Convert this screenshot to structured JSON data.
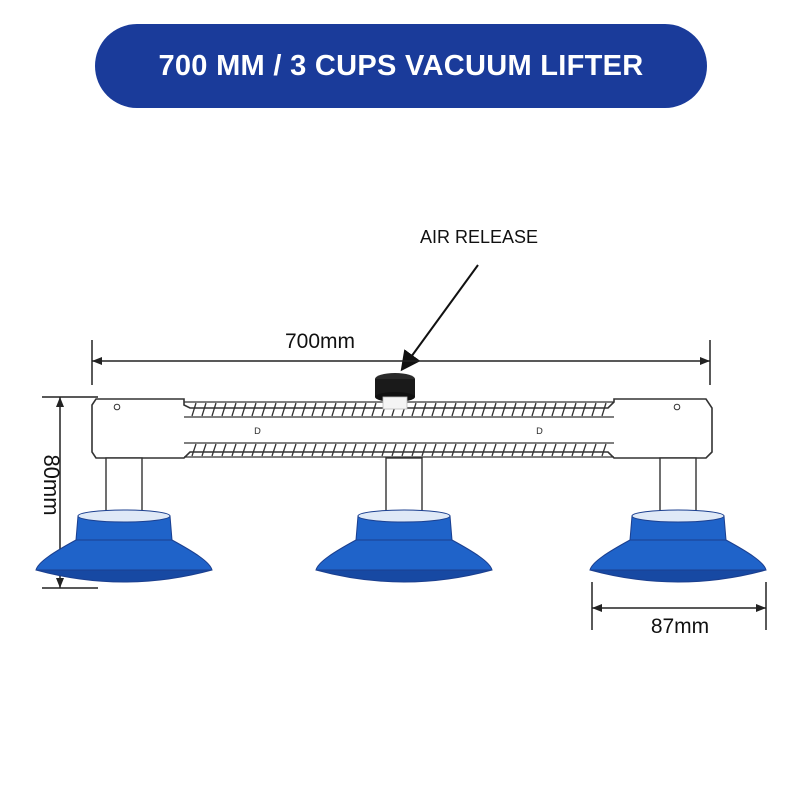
{
  "title": "700 MM / 3 CUPS VACUUM LIFTER",
  "annotations": {
    "air_release": "AIR RELEASE",
    "length": "700mm",
    "height": "80mm",
    "cup_diameter": "87mm"
  },
  "colors": {
    "title_bg": "#1a3b9a",
    "title_text": "#ffffff",
    "cup_blue": "#1f63c9",
    "cup_blue_dark": "#1749a3",
    "line": "#222222"
  }
}
